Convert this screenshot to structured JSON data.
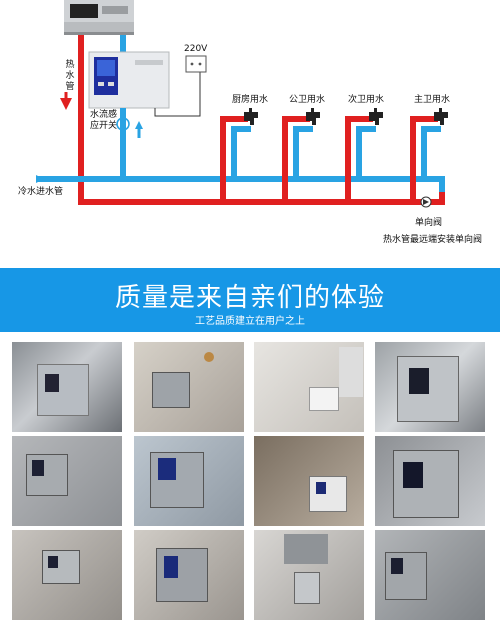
{
  "diagram": {
    "voltage_label": "220V",
    "hot_pipe_label": "热水管",
    "sensor_switch_label": "水流感应开关",
    "cold_inlet_label": "冷水进水管",
    "check_valve_label": "单向阀",
    "far_end_note": "热水管最远端安装单向阀",
    "outlets": [
      "厨房用水",
      "公卫用水",
      "次卫用水",
      "主卫用水"
    ],
    "colors": {
      "hot": "#e02020",
      "cold": "#29a3e3"
    }
  },
  "banner": {
    "title": "质量是来自亲们的体验",
    "subtitle": "工艺品质建立在用户之上",
    "color": "#1797e6"
  },
  "gallery": {
    "photos": [
      "installation-photo-1",
      "installation-photo-2",
      "installation-photo-3",
      "installation-photo-4",
      "installation-photo-5",
      "installation-photo-6",
      "installation-photo-7",
      "installation-photo-8",
      "installation-photo-9",
      "installation-photo-10",
      "installation-photo-11",
      "installation-photo-12"
    ]
  }
}
